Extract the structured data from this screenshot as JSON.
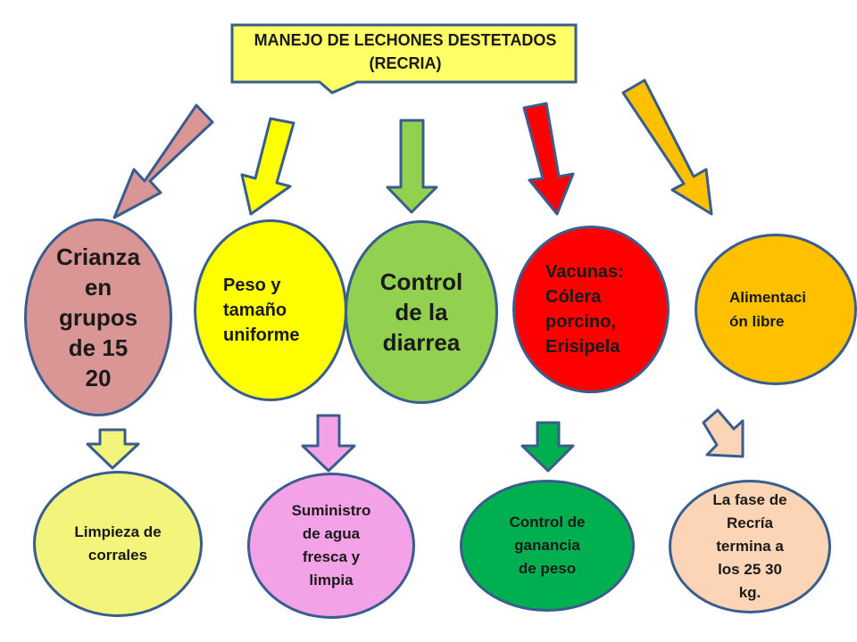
{
  "title": "MANEJO DE LECHONES DESTETADOS\n(RECRIA)",
  "colors": {
    "outline": "#3a5d8f",
    "title_fill": "#ffff66",
    "pink": "#d99694",
    "yellow": "#ffff00",
    "light_green": "#92d050",
    "red": "#ff0000",
    "orange": "#ffc000",
    "pale_yellow": "#f2f47c",
    "lavender": "#f4a2e8",
    "green": "#00b050",
    "peach": "#fbd5b5"
  },
  "top_nodes": [
    {
      "id": "crianza",
      "label": "Crianza\nen\ngrupos\nde 15\n20",
      "color": "pink"
    },
    {
      "id": "peso",
      "label": "Peso y\ntamaño\nuniforme",
      "color": "yellow"
    },
    {
      "id": "diarrea",
      "label": "Control\nde la\ndiarrea",
      "color": "light_green"
    },
    {
      "id": "vacunas",
      "label": "Vacunas:\nCólera\nporcino,\nErisipela",
      "color": "red"
    },
    {
      "id": "alimentacion",
      "label": "Alimentaci\nón libre",
      "color": "orange"
    }
  ],
  "bottom_nodes": [
    {
      "id": "limpieza",
      "label": "Limpieza de\ncorrales",
      "color": "pale_yellow"
    },
    {
      "id": "agua",
      "label": "Suministro\nde agua\nfresca y\nlimpia",
      "color": "lavender"
    },
    {
      "id": "ganancia",
      "label": "Control de\nganancia\nde peso",
      "color": "green"
    },
    {
      "id": "fase",
      "label": "La fase de\nRecría\ntermina a\nlos 25 30\nkg.",
      "color": "peach"
    }
  ]
}
